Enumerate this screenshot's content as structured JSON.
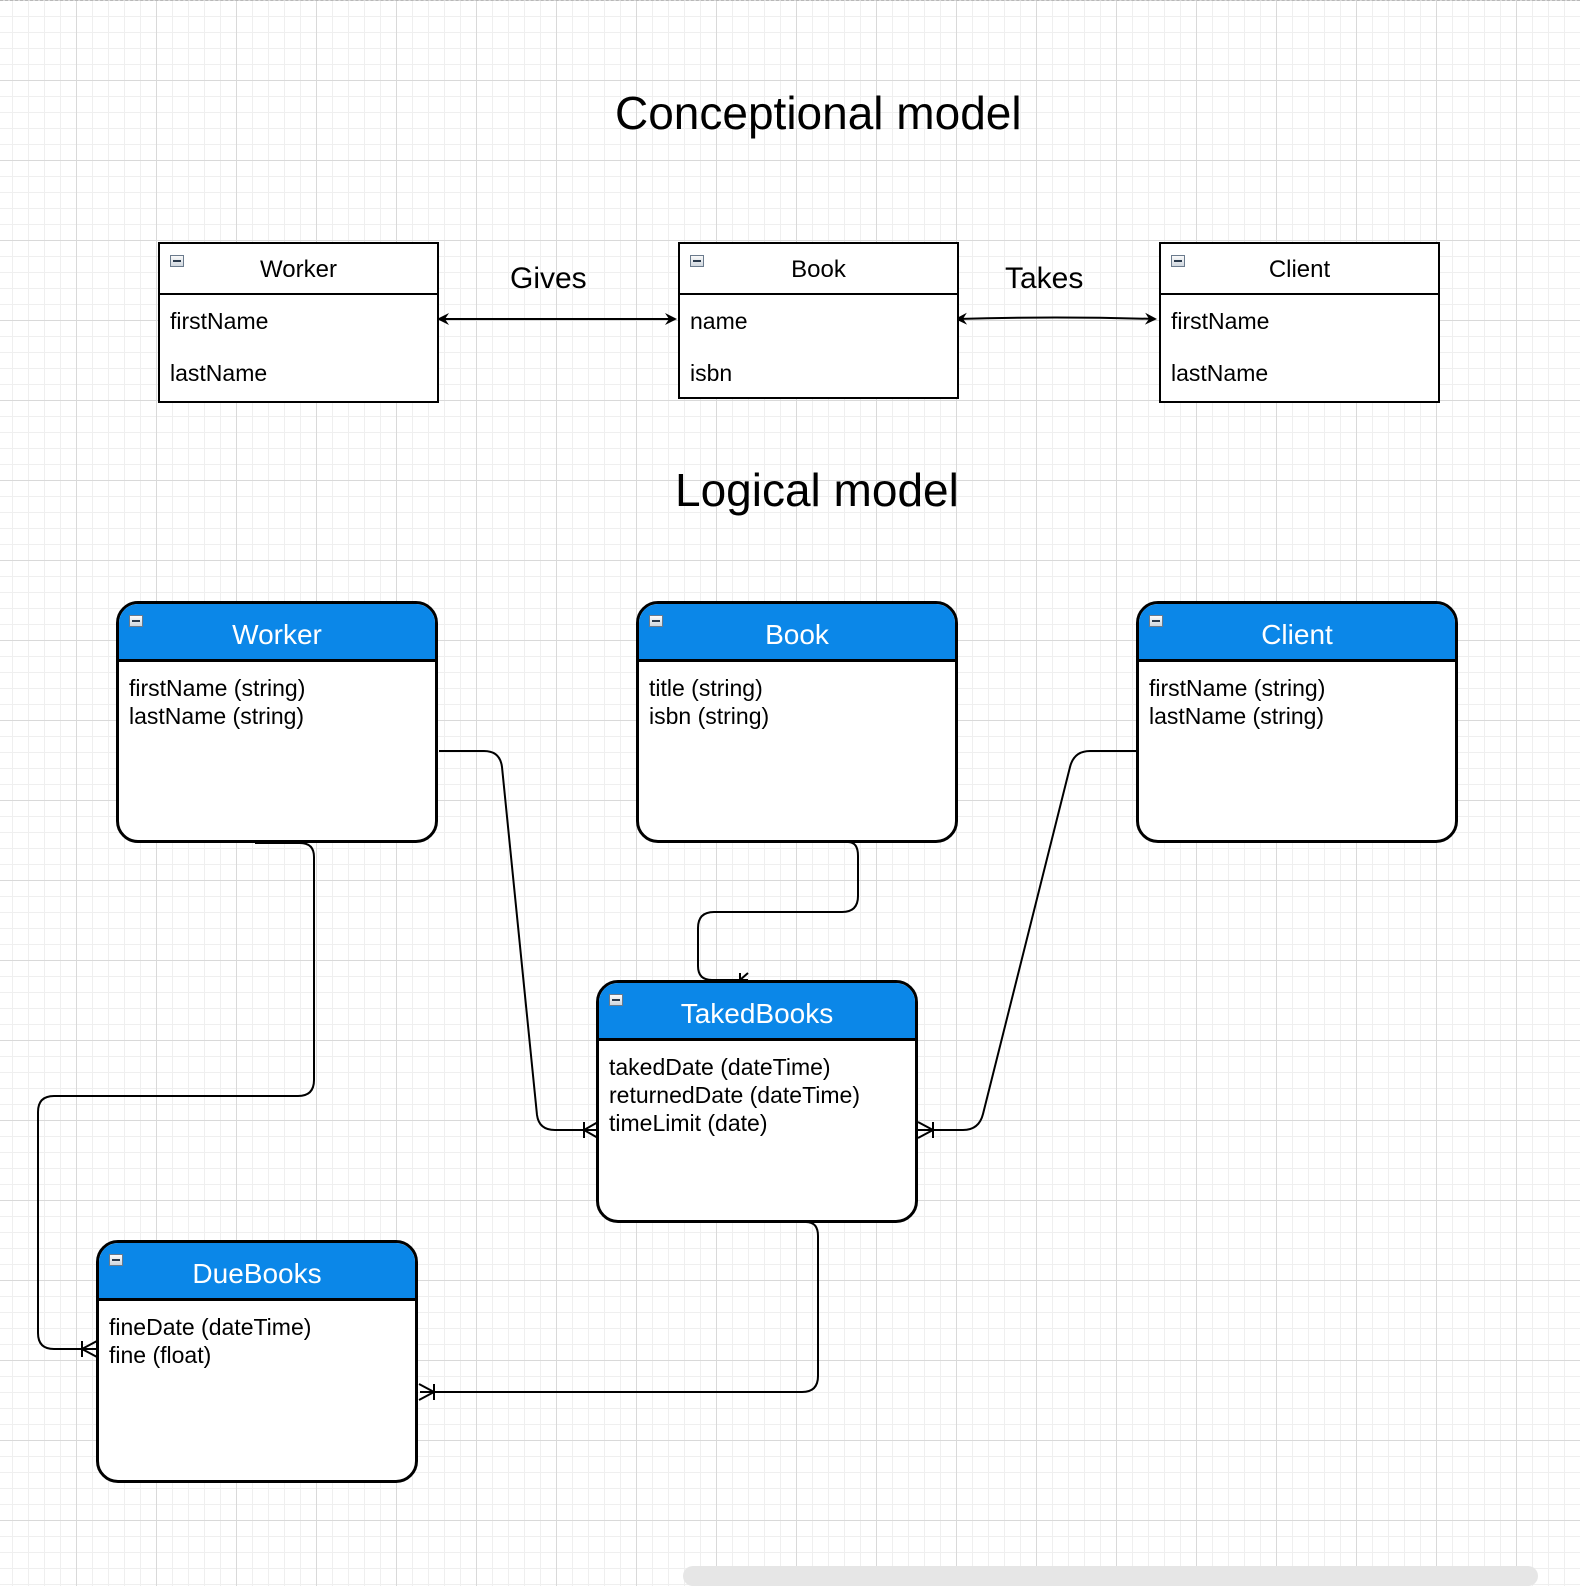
{
  "conceptual": {
    "title": "Conceptional model",
    "relations": {
      "gives": "Gives",
      "takes": "Takes"
    },
    "worker": {
      "name": "Worker",
      "attrs": [
        "firstName",
        "lastName"
      ]
    },
    "book": {
      "name": "Book",
      "attrs": [
        "name",
        "isbn"
      ]
    },
    "client": {
      "name": "Client",
      "attrs": [
        "firstName",
        "lastName"
      ]
    }
  },
  "logical": {
    "title": "Logical model",
    "accent_color": "#0b87e8",
    "worker": {
      "name": "Worker",
      "attrs": [
        "firstName (string)",
        "lastName (string)"
      ]
    },
    "book": {
      "name": "Book",
      "attrs": [
        "title (string)",
        "isbn (string)"
      ]
    },
    "client": {
      "name": "Client",
      "attrs": [
        "firstName (string)",
        "lastName (string)"
      ]
    },
    "taked": {
      "name": "TakedBooks",
      "attrs": [
        "takedDate (dateTime)",
        "returnedDate (dateTime)",
        "timeLimit (date)"
      ]
    },
    "due": {
      "name": "DueBooks",
      "attrs": [
        "fineDate (dateTime)",
        "fine (float)"
      ]
    }
  },
  "icons": {
    "collapse": "collapse-minus-icon",
    "relation_end": "crows-foot-one-to-many"
  }
}
